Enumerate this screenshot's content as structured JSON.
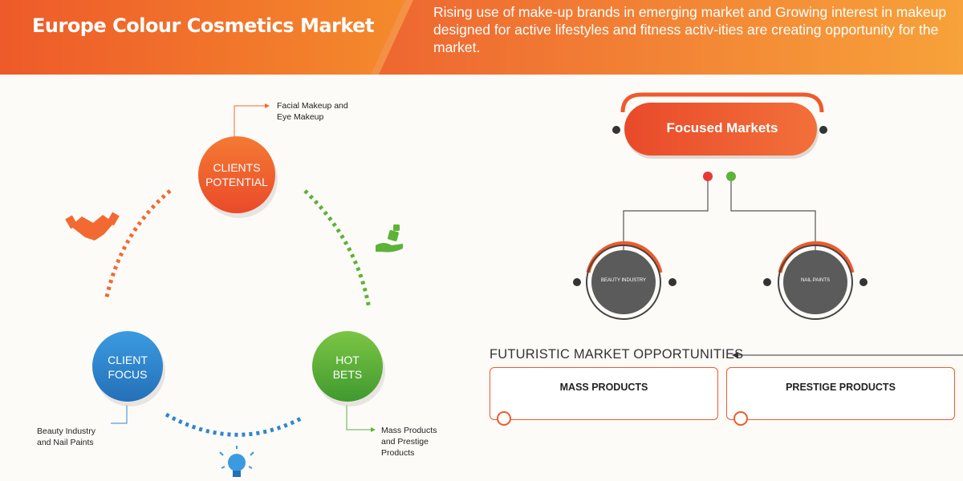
{
  "header": {
    "title": "Europe Colour Cosmetics Market",
    "description": "Rising use of make-up brands in emerging market and Growing interest in makeup designed for active lifestyles and fitness activ-ities are creating opportunity for the market.",
    "colors": {
      "from": "#e8402a",
      "to": "#f7a23a"
    }
  },
  "cycle": {
    "clients_potential": {
      "line1": "CLIENTS",
      "line2": "POTENTIAL",
      "note_line1": "Facial Makeup and",
      "note_line2": "Eye Makeup",
      "color": "#f0662f"
    },
    "client_focus": {
      "line1": "CLIENT",
      "line2": "FOCUS",
      "note_line1": "Beauty Industry",
      "note_line2": "and Nail Paints",
      "color": "#2e86cf"
    },
    "hot_bets": {
      "line1": "HOT",
      "line2": "BETS",
      "note_line1": "Mass Products",
      "note_line2": "and Prestige",
      "note_line3": "Products",
      "color": "#5cb337"
    },
    "icons": [
      "handshake-icon",
      "hand-dice-icon",
      "lightbulb-icon"
    ]
  },
  "focused_markets": {
    "title": "Focused Markets",
    "items": [
      {
        "label": "BEAUTY INDUSTRY"
      },
      {
        "label": "NAIL PAINTS"
      }
    ],
    "color": "#ef5a2c"
  },
  "opportunities": {
    "title": "FUTURISTIC MARKET OPPORTUNITIES",
    "items": [
      {
        "label": "MASS PRODUCTS"
      },
      {
        "label": "PRESTIGE PRODUCTS"
      }
    ]
  }
}
